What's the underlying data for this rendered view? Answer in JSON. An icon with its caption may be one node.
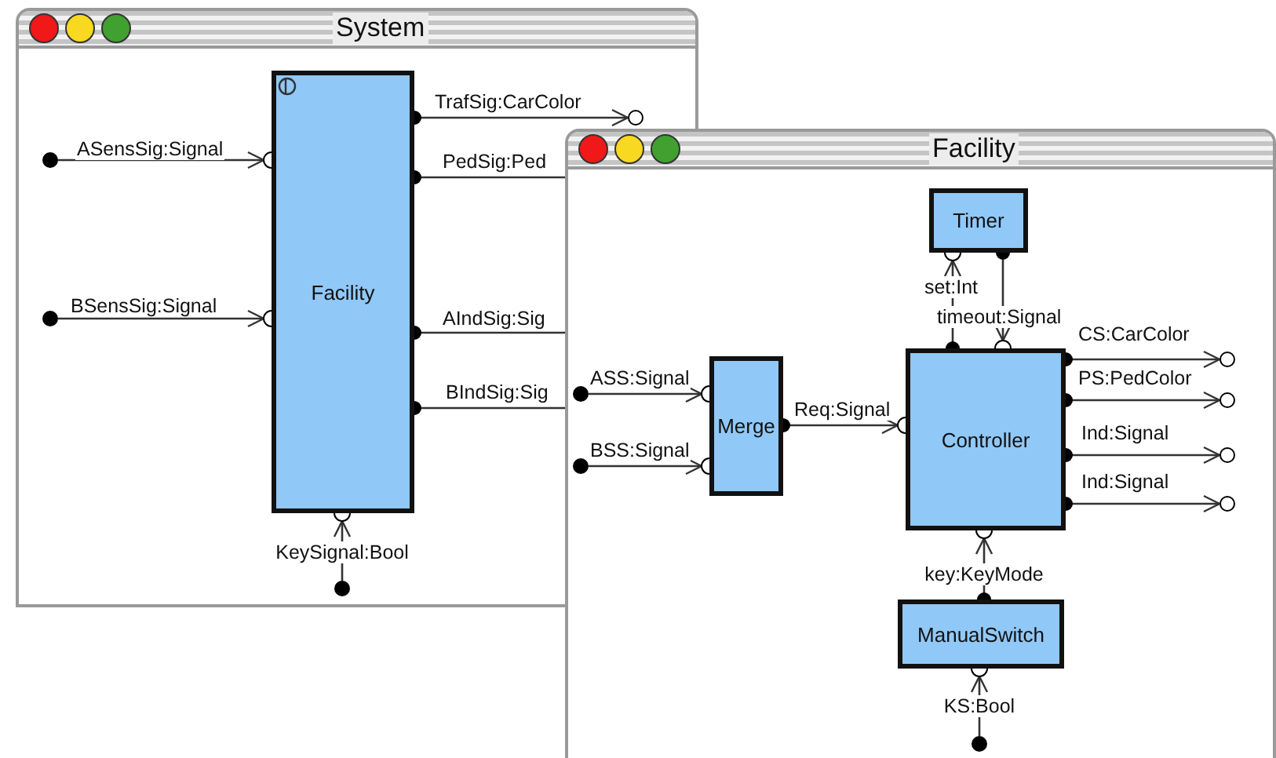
{
  "diagram": {
    "nodes": [
      {
        "text": [
          "System"
        ]
      },
      {
        "text": [
          "Facility"
        ],
        "in": 0
      },
      {
        "text": [],
        "shape": "circle",
        "in": 0
      },
      {
        "text": [],
        "shape": "circle",
        "in": 0
      },
      {
        "text": [],
        "shape": "circle",
        "in": 0
      },
      {
        "text": [],
        "shape": "circle",
        "in": 0
      },
      {
        "text": [
          "Facility"
        ]
      },
      {
        "text": [
          "Timer"
        ],
        "in": 6
      },
      {
        "text": [
          "Merge"
        ],
        "in": 6
      },
      {
        "text": [
          "Controller"
        ],
        "in": 6
      },
      {
        "text": [
          "ManualSwitch"
        ],
        "in": 6
      },
      {
        "text": [],
        "shape": "circle"
      },
      {
        "text": [],
        "shape": "circle"
      },
      {
        "text": [],
        "shape": "circle",
        "in": 6
      },
      {
        "text": [],
        "shape": "circle",
        "in": 6
      },
      {
        "text": [],
        "shape": "circle",
        "in": 6
      },
      {
        "text": [],
        "shape": "circle",
        "in": 6
      },
      {
        "text": [],
        "shape": "circle",
        "in": 6
      }
    ],
    "edges": [
      {
        "from": 2,
        "to": 1,
        "arrow": "to",
        "label": "ASensSig:Signal"
      },
      {
        "from": 3,
        "to": 1,
        "arrow": "to",
        "label": "BSensSig:Signal"
      },
      {
        "from": 1,
        "to": 4,
        "arrow": "to",
        "label": "TrafSig:CarColor"
      },
      {
        "from": 1,
        "to": 6,
        "arrow": "none",
        "label": "PedSig:Ped"
      },
      {
        "from": 1,
        "to": 6,
        "arrow": "none",
        "label": "AIndSig:Sig"
      },
      {
        "from": 1,
        "to": 6,
        "arrow": "none",
        "label": "BIndSig:Sig"
      },
      {
        "from": 5,
        "to": 1,
        "arrow": "to",
        "label": "KeySignal:Bool"
      },
      {
        "from": 11,
        "to": 8,
        "arrow": "to",
        "label": "ASS:Signal"
      },
      {
        "from": 12,
        "to": 8,
        "arrow": "to",
        "label": "BSS:Signal"
      },
      {
        "from": 8,
        "to": 9,
        "arrow": "to",
        "label": "Req:Signal"
      },
      {
        "from": 9,
        "to": 7,
        "arrow": "to",
        "label": "set:Int"
      },
      {
        "from": 7,
        "to": 9,
        "arrow": "to",
        "label": "timeout:Signal"
      },
      {
        "from": 9,
        "to": 13,
        "arrow": "to",
        "label": "CS:CarColor"
      },
      {
        "from": 9,
        "to": 14,
        "arrow": "to",
        "label": "PS:PedColor"
      },
      {
        "from": 9,
        "to": 15,
        "arrow": "to",
        "label": "Ind:Signal"
      },
      {
        "from": 9,
        "to": 16,
        "arrow": "to",
        "label": "Ind:Signal"
      },
      {
        "from": 10,
        "to": 9,
        "arrow": "to",
        "label": "key:KeyMode"
      },
      {
        "from": 17,
        "to": 10,
        "arrow": "to",
        "label": "KS:Bool"
      }
    ]
  }
}
